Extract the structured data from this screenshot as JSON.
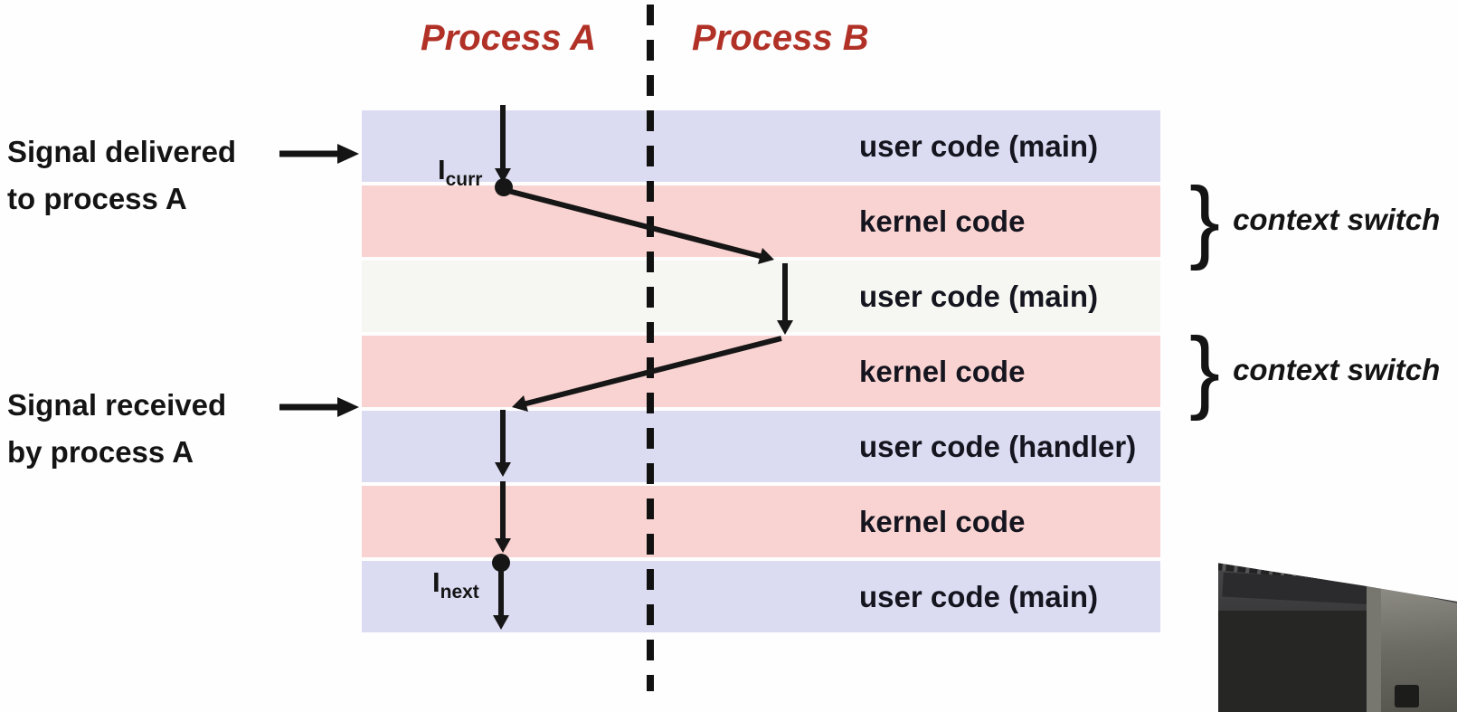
{
  "diagram": {
    "process_a_label": "Process A",
    "process_b_label": "Process B",
    "bands": [
      {
        "label": "user code (main)",
        "type": "user"
      },
      {
        "label": "kernel code",
        "type": "kernel"
      },
      {
        "label": "user code (main)",
        "type": "plain"
      },
      {
        "label": "kernel code",
        "type": "kernel"
      },
      {
        "label": "user code (handler)",
        "type": "user"
      },
      {
        "label": "kernel code",
        "type": "kernel"
      },
      {
        "label": "user code (main)",
        "type": "user"
      }
    ],
    "signal_delivered": {
      "line1": "Signal delivered",
      "line2": "to process A"
    },
    "signal_received": {
      "line1": "Signal received",
      "line2": "by process A"
    },
    "instruction_current": {
      "base": "I",
      "sub": "curr"
    },
    "instruction_next": {
      "base": "I",
      "sub": "next"
    },
    "context_switches": [
      {
        "brace": "}",
        "label": "context switch"
      },
      {
        "brace": "}",
        "label": "context switch"
      }
    ],
    "colors": {
      "process_header_red": "#b13127",
      "user_band": "#dbdcf2",
      "kernel_band": "#f9d3d1",
      "plain_band": "#f6f6f3",
      "flow_line": "#161616"
    }
  }
}
